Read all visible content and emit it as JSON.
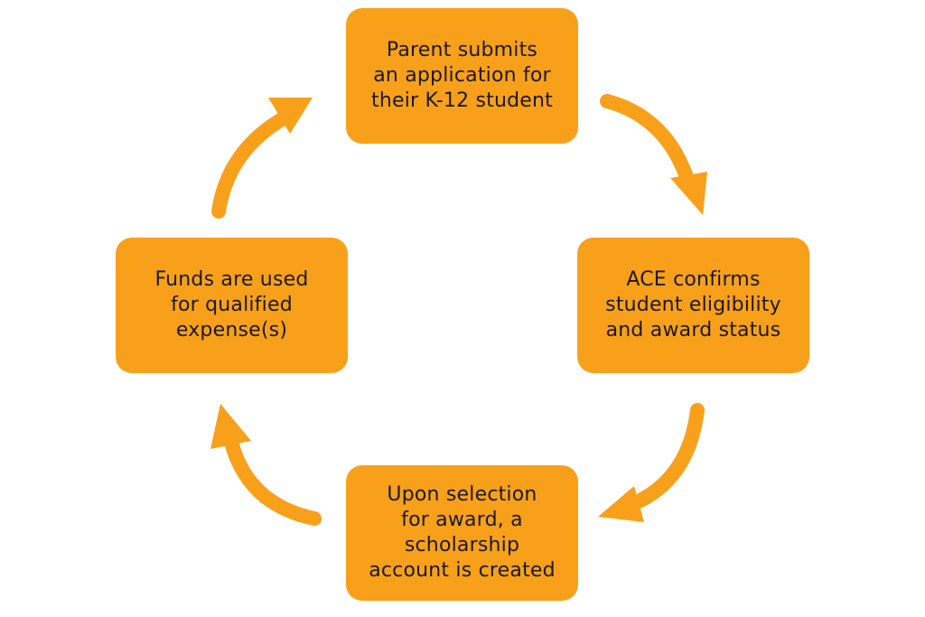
{
  "colors": {
    "accent": "#F9A01B",
    "text": "#1a1a1a",
    "background": "#FFFFFF"
  },
  "steps": [
    {
      "id": "top",
      "lines": [
        "Parent submits",
        "an application for",
        "their K-12 student"
      ]
    },
    {
      "id": "right",
      "lines": [
        "ACE confirms",
        "student eligibility",
        "and award status"
      ]
    },
    {
      "id": "bottom",
      "lines": [
        "Upon selection",
        "for award, a",
        "scholarship",
        "account is created"
      ]
    },
    {
      "id": "left",
      "lines": [
        "Funds are used",
        "for qualified",
        "expense(s)"
      ]
    }
  ],
  "arrows": [
    {
      "from": "top",
      "to": "right"
    },
    {
      "from": "right",
      "to": "bottom"
    },
    {
      "from": "bottom",
      "to": "left"
    },
    {
      "from": "left",
      "to": "top"
    }
  ]
}
